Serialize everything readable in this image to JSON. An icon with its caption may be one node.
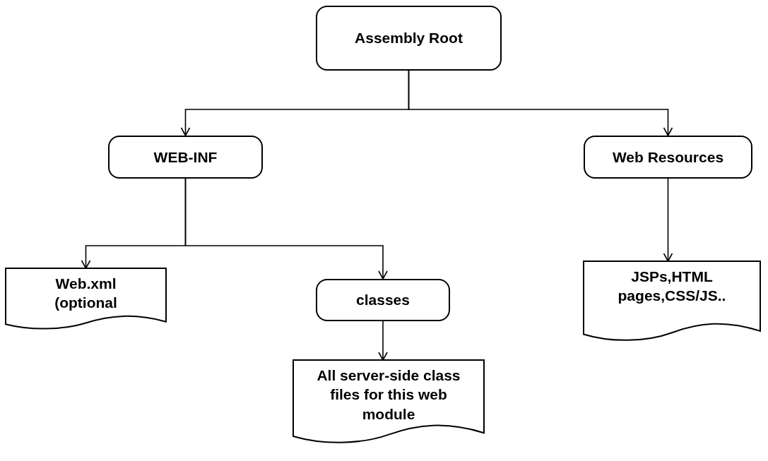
{
  "diagram": {
    "nodes": [
      {
        "text": [
          "Assembly Root"
        ]
      },
      {
        "text": [
          "WEB-INF"
        ]
      },
      {
        "text": [
          "Web Resources"
        ]
      },
      {
        "text": [
          "Web.xml (optional"
        ]
      },
      {
        "text": [
          "classes"
        ]
      },
      {
        "text": [
          "All server-side class files for this web module"
        ]
      },
      {
        "text": [
          "JSPs,HTML pages,CSS/JS.."
        ]
      }
    ],
    "edges": [
      {
        "from": 0,
        "to": 1,
        "arrow": "to"
      },
      {
        "from": 0,
        "to": 2,
        "arrow": "to"
      },
      {
        "from": 1,
        "to": 3,
        "arrow": "to"
      },
      {
        "from": 1,
        "to": 4,
        "arrow": "to"
      },
      {
        "from": 4,
        "to": 5,
        "arrow": "to"
      },
      {
        "from": 2,
        "to": 6,
        "arrow": "to"
      }
    ]
  }
}
